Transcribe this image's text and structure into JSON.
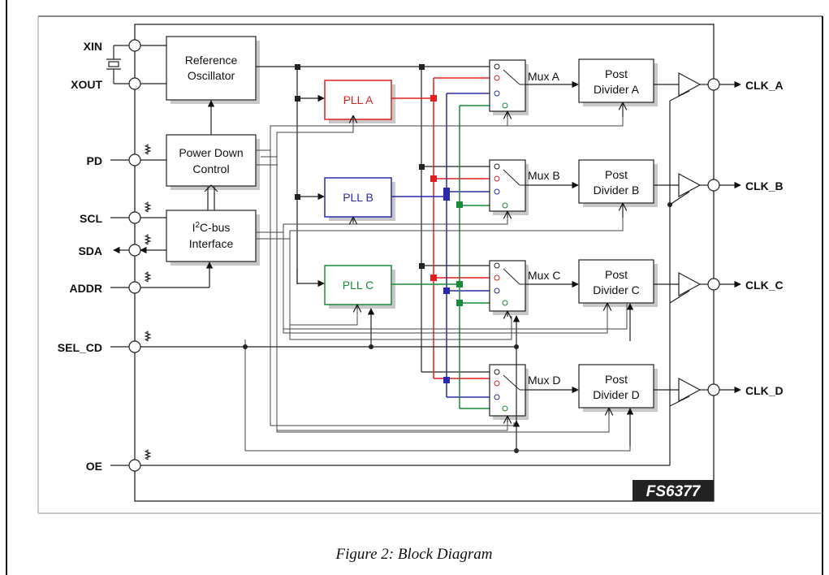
{
  "diagram": {
    "figure_caption": "Figure 2: Block Diagram",
    "chip_label": "FS6377",
    "colors": {
      "pll_a": "#e02020",
      "pll_b": "#2a2aa8",
      "pll_c": "#1a8a3a",
      "line": "#222222"
    },
    "pins_left": [
      "XIN",
      "XOUT",
      "PD",
      "SCL",
      "SDA",
      "ADDR",
      "SEL_CD",
      "OE"
    ],
    "pins_right": [
      "CLK_A",
      "CLK_B",
      "CLK_C",
      "CLK_D"
    ],
    "blocks": {
      "ref_osc_line1": "Reference",
      "ref_osc_line2": "Oscillator",
      "power_down_line1": "Power Down",
      "power_down_line2": "Control",
      "i2c_prefix": "I",
      "i2c_sup": "2",
      "i2c_suffix": "C-bus",
      "i2c_line2": "Interface",
      "pll_a": "PLL A",
      "pll_b": "PLL B",
      "pll_c": "PLL C"
    },
    "muxes": [
      "Mux A",
      "Mux B",
      "Mux C",
      "Mux D"
    ],
    "post_dividers": [
      {
        "line1": "Post",
        "line2": "Divider A"
      },
      {
        "line1": "Post",
        "line2": "Divider B"
      },
      {
        "line1": "Post",
        "line2": "Divider C"
      },
      {
        "line1": "Post",
        "line2": "Divider D"
      }
    ]
  }
}
